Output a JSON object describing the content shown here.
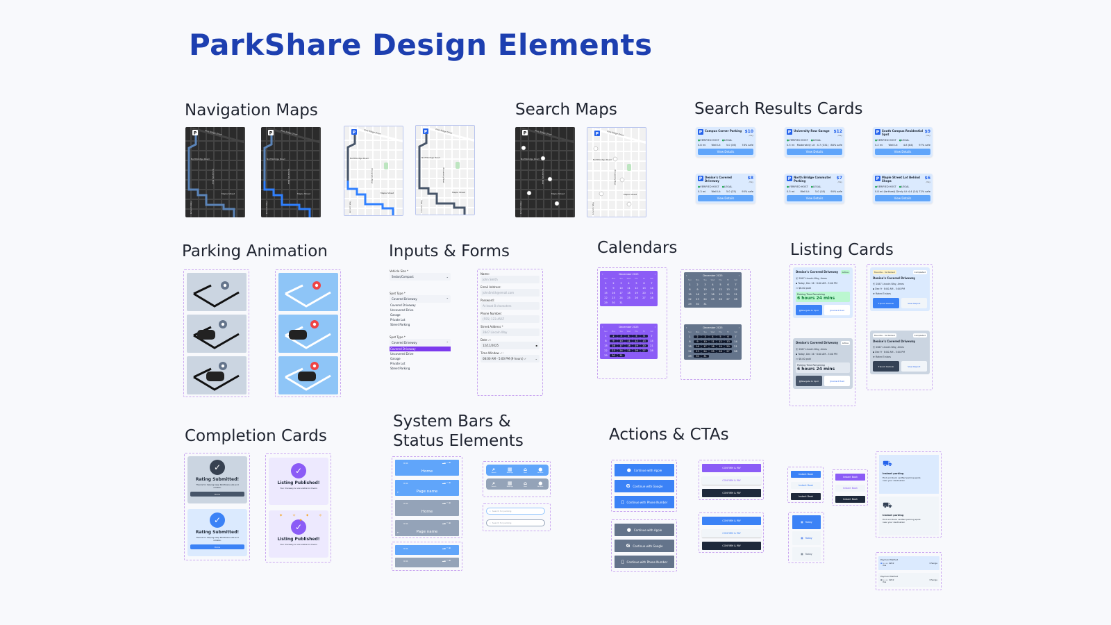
{
  "title": "ParkShare Design Elements",
  "sections": {
    "navigation_maps": "Navigation Maps",
    "search_maps": "Search Maps",
    "search_results_cards": "Search Results Cards",
    "parking_animation": "Parking Animation",
    "inputs_forms": "Inputs & Forms",
    "calendars": "Calendars",
    "listing_cards": "Listing Cards",
    "completion_cards": "Completion Cards",
    "system_bars_line1": "System Bars &",
    "system_bars_line2": "Status Elements",
    "actions_ctas": "Actions & CTAs"
  },
  "colors": {
    "primary": "#3b82f6",
    "title": "#1d3fb0",
    "purple": "#8b5cf6",
    "dark": "#1f2937",
    "gray": "#64748b",
    "map_dark": "#2b2b2b"
  },
  "maps": {
    "streets": [
      "Pine Ridge Drive",
      "Northbridge Road",
      "University Row",
      "Maple Street",
      "Lincoln Way"
    ],
    "parking_icon": "P"
  },
  "search_cards": {
    "badges": [
      "VERIFIED HOST",
      "LEGAL"
    ],
    "per_day": "/day",
    "button": "View Details",
    "items": [
      {
        "name": "Campus Corner Parking",
        "price": "$10",
        "distance": "0.8 mi",
        "lighting": "Well Lit",
        "rating": "5.0 (36)",
        "safety": "78% safe"
      },
      {
        "name": "University Row Garage",
        "price": "$12",
        "distance": "0.5 mi",
        "lighting": "Moderately Lit",
        "rating": "4.7 (331)",
        "safety": "88% safe"
      },
      {
        "name": "South Campus Residential Spot",
        "price": "$9",
        "distance": "0.2 mi",
        "lighting": "Well Lit",
        "rating": "4.8 (84)",
        "safety": "97% safe"
      },
      {
        "name": "Denise's Covered Driveway",
        "price": "$8",
        "distance": "0.3 mi",
        "lighting": "Well Lit",
        "rating": "5.0 (25)",
        "safety": "95% safe"
      },
      {
        "name": "North Bridge Commuter Parking",
        "price": "$7",
        "distance": "0.5 mi",
        "lighting": "Well Lit",
        "rating": "5.0 (18)",
        "safety": "90% safe"
      },
      {
        "name": "Maple Street Lot Behind Shops",
        "price": "$6",
        "distance": "0.8 mi (farthest)",
        "lighting": "Dimly Lit",
        "rating": "4.4 (24)",
        "safety": "72% safe"
      }
    ]
  },
  "forms": {
    "vehicle_size_label": "Vehicle Size *",
    "vehicle_size_value": "Sedan/Compact",
    "spot_type_label": "Spot Type *",
    "spot_type_value": "Covered Driveway",
    "spot_type_options": [
      "Covered Driveway",
      "Uncovered Drive",
      "Garage",
      "Private Lot",
      "Street Parking"
    ],
    "fields": [
      {
        "label": "Name:",
        "placeholder": "John Smith"
      },
      {
        "label": "Email Address:",
        "placeholder": "JohnSmith@email.com"
      },
      {
        "label": "Password:",
        "placeholder": "At least 8 characters"
      },
      {
        "label": "Phone Number:",
        "placeholder": "(555) 123-4567"
      },
      {
        "label": "Street Address *",
        "placeholder": "2847 Lincoln Way"
      },
      {
        "label": "Date ✓:",
        "value": "12/11/2025"
      },
      {
        "label": "Time Window ✓:",
        "value": "08:00 AM - 5:00 PM (9 hours) ✓"
      }
    ]
  },
  "calendar": {
    "month": "December 2025",
    "weekdays": [
      "Sun",
      "Mon",
      "Tue",
      "Wed",
      "Thu",
      "Fri",
      "Sat"
    ],
    "selected_range": [
      2,
      6,
      8,
      13,
      15,
      20,
      22,
      27,
      30,
      31
    ]
  },
  "listing_cards": {
    "active": {
      "title": "Denise's Covered Driveway",
      "status": "Active",
      "address": "2847 Lincoln Way, Ames",
      "time": "Today, Dec 16 · 8:00 AM - 5:00 PM",
      "paid": "$8.00 paid",
      "remaining_label": "Parking Time Remaining",
      "remaining": "6 hours 24 mins",
      "navigate": "Navigate to Spot",
      "contact": "Contact Host"
    },
    "completed": {
      "favorite": "Favorite · 3x Parked",
      "status": "Completed",
      "title": "Denise's Covered Driveway",
      "address": "2847 Lincoln Way, Ames",
      "time": "Dec 9 · 8:00 AM - 5:00 PM",
      "rated": "Rated 5 stars",
      "rebook": "Quick Rebook",
      "receipt": "View Report"
    }
  },
  "completion": {
    "rating_title": "Rating Submitted!",
    "rating_sub": "Thanks for helping keep ParkShare safe and reliable.",
    "done": "Done",
    "listing_title": "Listing Published!",
    "listing_sub": "Your driveway is now visible to drivers"
  },
  "system_bars": {
    "time": "9:41",
    "home": "Home",
    "page_name": "Page name",
    "tabs": [
      {
        "label": "Search",
        "icon": "search-icon"
      },
      {
        "label": "Bookings",
        "icon": "calendar-icon"
      },
      {
        "label": "Host",
        "icon": "home-icon"
      },
      {
        "label": "Account",
        "icon": "user-icon"
      }
    ],
    "search_placeholder": "Search for parking"
  },
  "actions": {
    "apple": "Continue with Apple",
    "google": "Continue with Google",
    "phone": "Continue with Phone Number",
    "confirm": "CONFIRM & PAY",
    "instant": "Instant Book",
    "today": "Today",
    "feature_title": "Instant parking",
    "feature_desc": "Find and book verified parking spots near your destination",
    "payment_label": "Payment Method",
    "card_mask": "•••• 4242",
    "card_brand": "Visa",
    "change": "Change"
  }
}
